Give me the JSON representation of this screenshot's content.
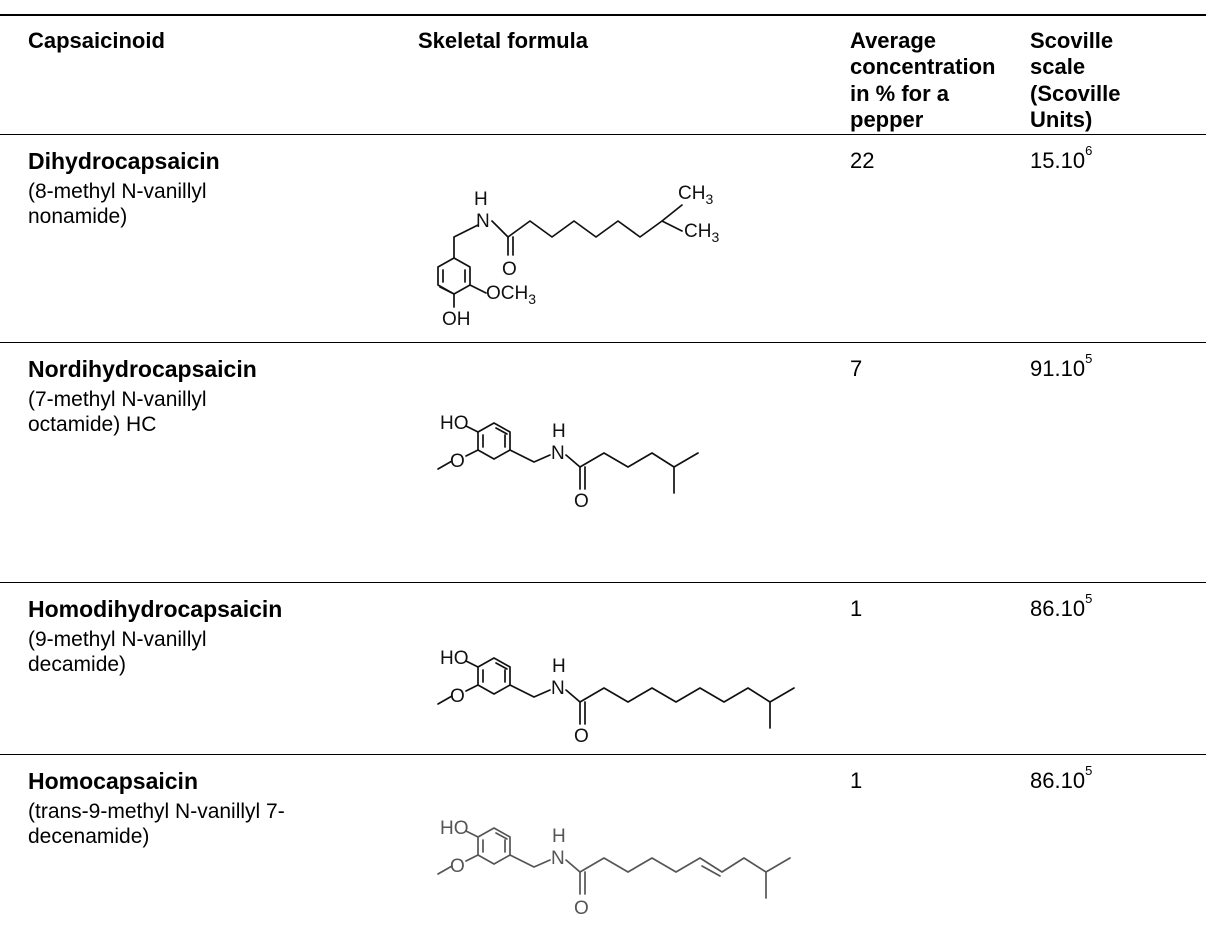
{
  "headers": {
    "capsaicinoid": "Capsaicinoid",
    "formula": "Skeletal formula",
    "concentration": "Average concentration in % for a pepper",
    "scoville": "Scoville scale (Scoville Units)"
  },
  "rows": [
    {
      "name": "Dihydrocapsaicin",
      "chemical": "(8-methyl N-vanillyl nonamide)",
      "concentration": "22",
      "scoville_base": "15.10",
      "scoville_exp": "6",
      "structure_labels": [
        "H",
        "N",
        "O",
        "CH3",
        "CH3",
        "OCH3",
        "OH"
      ]
    },
    {
      "name": "Nordihydrocapsaicin",
      "chemical": "(7-methyl N-vanillyl octamide) HC",
      "concentration": "7",
      "scoville_base": "91.10",
      "scoville_exp": "5",
      "structure_labels": [
        "HO",
        "O",
        "H",
        "N",
        "O"
      ]
    },
    {
      "name": "Homodihydrocapsaicin",
      "chemical": "(9-methyl N-vanillyl decamide)",
      "concentration": "1",
      "scoville_base": "86.10",
      "scoville_exp": "5",
      "structure_labels": [
        "HO",
        "O",
        "H",
        "N",
        "O"
      ]
    },
    {
      "name": "Homocapsaicin",
      "chemical": "(trans-9-methyl N-vanillyl 7-decenamide)",
      "concentration": "1",
      "scoville_base": "86.10",
      "scoville_exp": "5",
      "structure_labels": [
        "HO",
        "O",
        "H",
        "N",
        "O"
      ]
    }
  ]
}
